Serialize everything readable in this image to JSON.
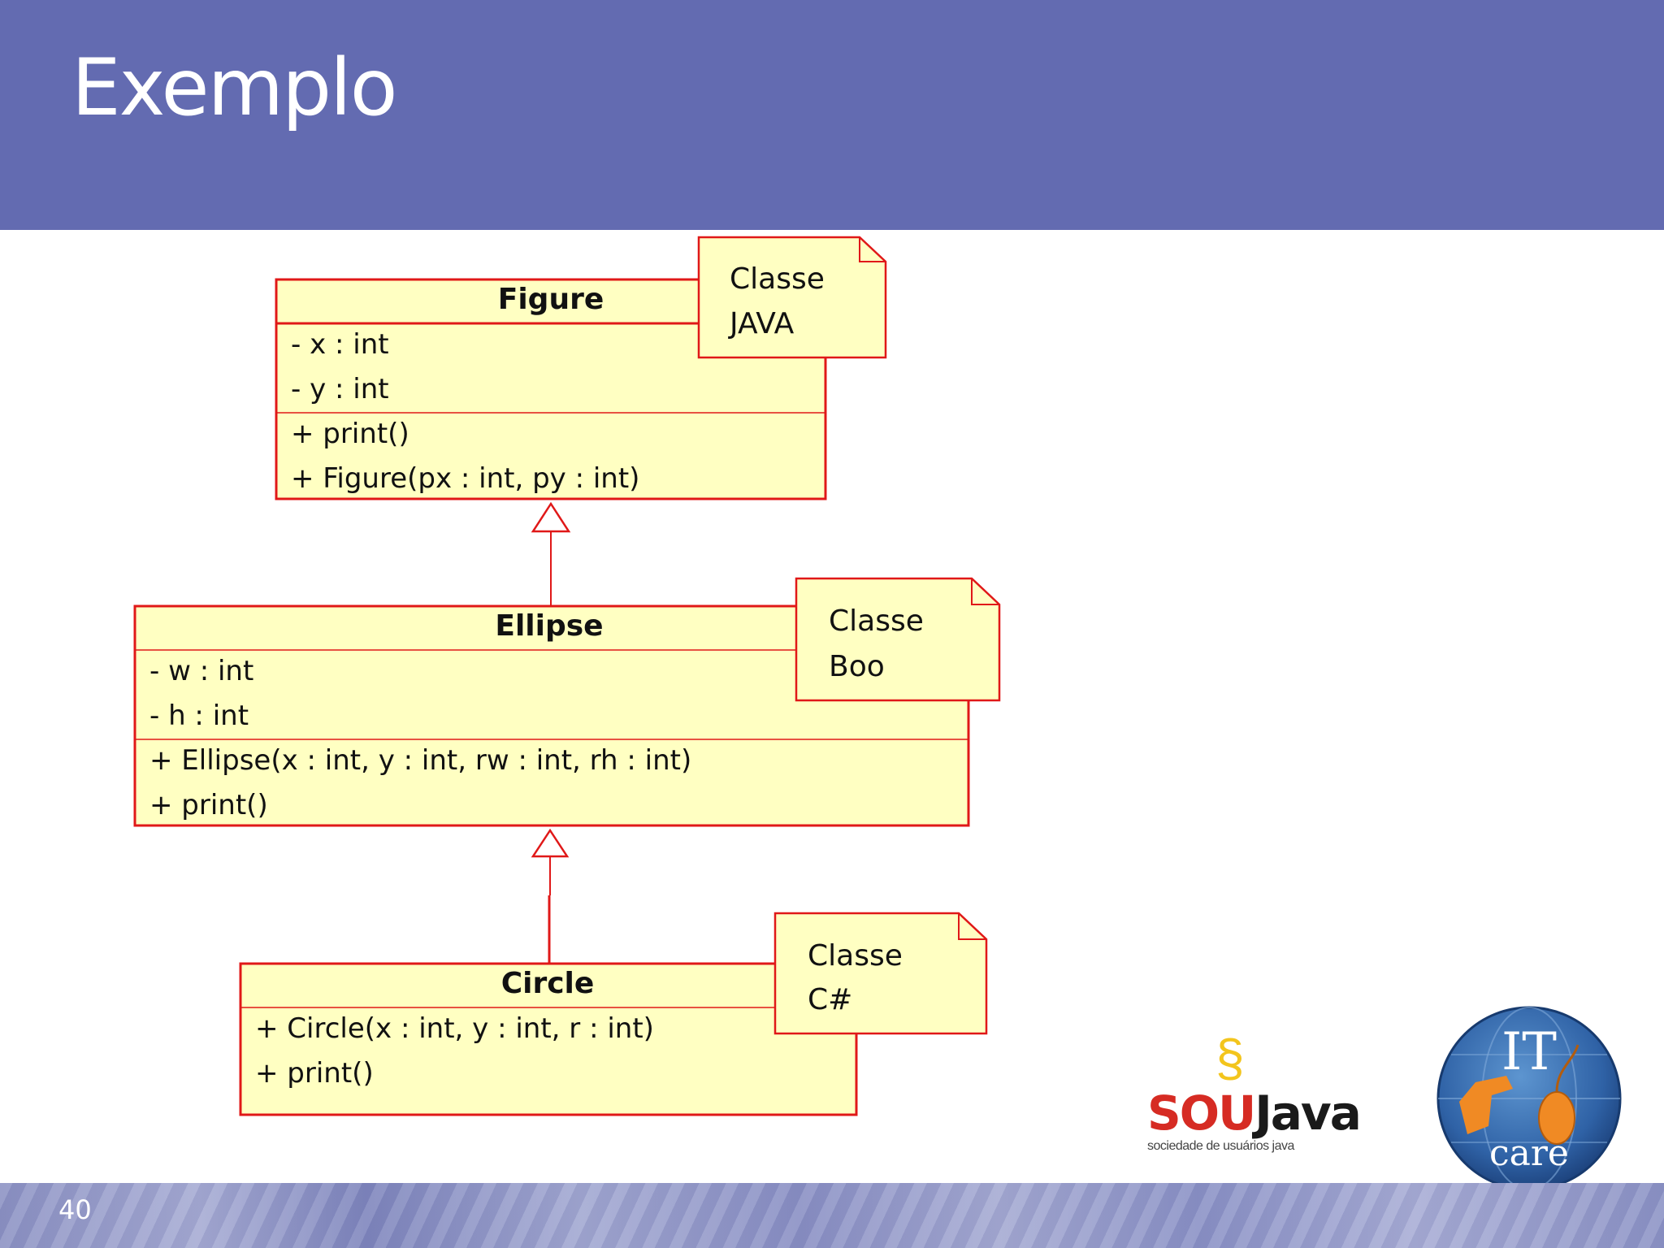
{
  "slide": {
    "title": "Exemplo",
    "page_number": "40"
  },
  "diagram": {
    "classes": [
      {
        "name": "Figure",
        "attributes": [
          "- x : int",
          "- y : int"
        ],
        "operations": [
          "+ print()",
          "+ Figure(px : int, py : int)"
        ]
      },
      {
        "name": "Ellipse",
        "attributes": [
          "- w : int",
          "- h : int"
        ],
        "operations": [
          "+ Ellipse(x : int, y : int, rw : int, rh : int)",
          "+ print()"
        ]
      },
      {
        "name": "Circle",
        "attributes": [],
        "operations": [
          "+ Circle(x : int, y : int, r : int)",
          "+ print()"
        ]
      }
    ],
    "notes": [
      {
        "line1": "Classe",
        "line2": "JAVA"
      },
      {
        "line1": "Classe",
        "line2": "Boo"
      },
      {
        "line1": "Classe",
        "line2": "C#"
      }
    ],
    "colors": {
      "class_fill": "#ffffc2",
      "border": "#e01818",
      "inheritance": "#e01818"
    }
  },
  "logos": {
    "soujava": {
      "sou": "SOU",
      "java": "Java",
      "tagline": "sociedade de usuários java"
    },
    "itcare": {
      "line1": "IT",
      "line2": "care"
    }
  }
}
